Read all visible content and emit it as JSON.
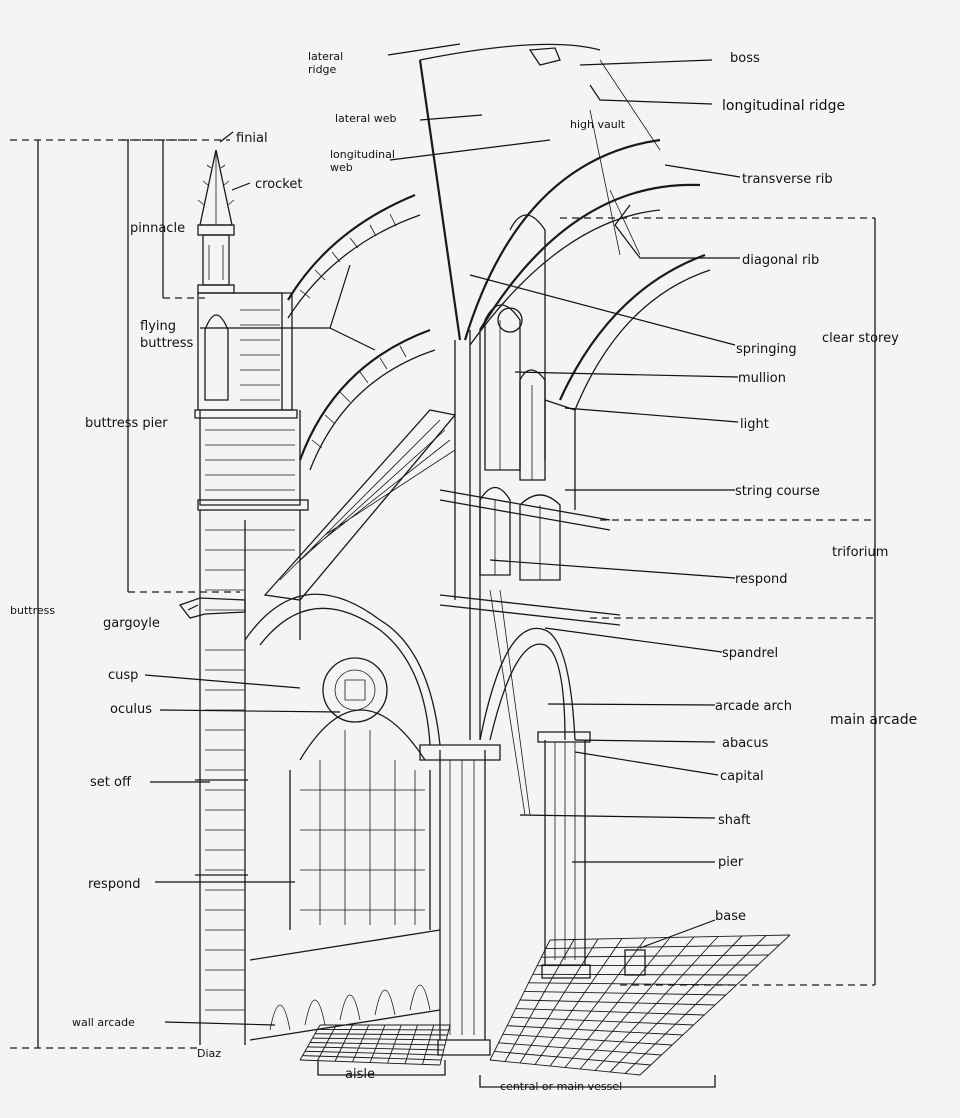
{
  "labels": {
    "lateral_ridge": "lateral\nridge",
    "boss": "boss",
    "lateral_web": "lateral web",
    "longitudinal_ridge": "longitudinal ridge",
    "high_vault": "high vault",
    "finial": "finial",
    "longitudinal_web": "longitudinal\nweb",
    "crocket": "crocket",
    "transverse_rib": "transverse rib",
    "pinnacle": "pinnacle",
    "diagonal_rib": "diagonal rib",
    "flying_buttress": "flying\nbuttress",
    "springing": "springing",
    "clear_storey": "clear storey",
    "mullion": "mullion",
    "buttress_pier": "buttress pier",
    "light": "light",
    "string_course": "string course",
    "triforium": "triforium",
    "respond_upper": "respond",
    "buttress": "buttress",
    "gargoyle": "gargoyle",
    "spandrel": "spandrel",
    "cusp": "cusp",
    "arcade_arch": "arcade arch",
    "oculus": "oculus",
    "main_arcade": "main arcade",
    "abacus": "abacus",
    "capital": "capital",
    "set_off": "set off",
    "shaft": "shaft",
    "respond_lower": "respond",
    "pier": "pier",
    "base": "base",
    "wall_arcade": "wall arcade",
    "signature": "Diaz",
    "aisle": "aisle",
    "central_vessel": "central or main vessel"
  }
}
